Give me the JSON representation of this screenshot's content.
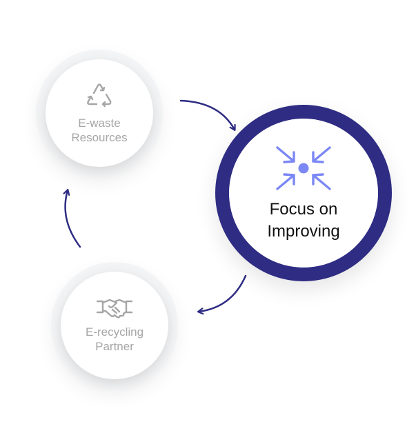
{
  "nodes": {
    "ewaste": {
      "label": "E-waste\nResources",
      "icon": "recycle-icon"
    },
    "focus": {
      "label": "Focus on\nImproving",
      "icon": "focus-arrows-icon"
    },
    "partner": {
      "label": "E-recycling\nPartner",
      "icon": "handshake-icon"
    }
  },
  "colors": {
    "accent": "#2e2c83",
    "focus_icon": "#7b87f5",
    "muted_icon": "#a6a6a6",
    "muted_text": "#a6a6a6"
  }
}
